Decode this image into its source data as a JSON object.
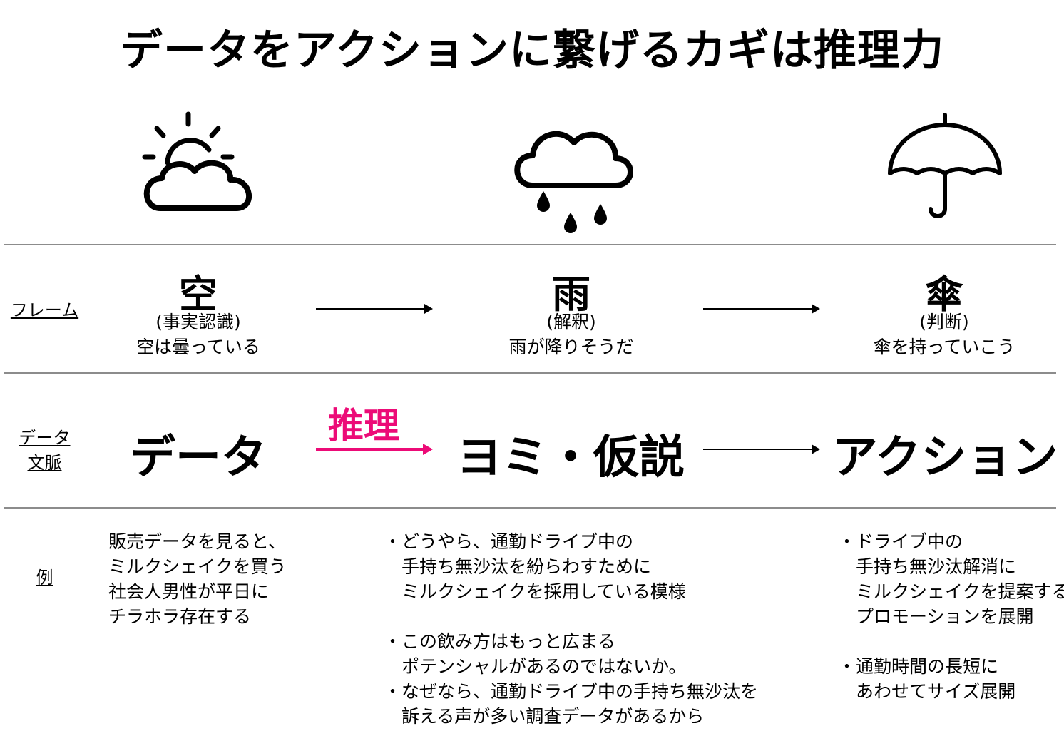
{
  "title": "データをアクションに繋げるカギは推理力",
  "icons": [
    "partly-cloudy-icon",
    "rain-cloud-icon",
    "umbrella-icon"
  ],
  "colors": {
    "accent": "#ec0b77",
    "divider": "#8c8c8c"
  },
  "frame_row": {
    "label": "フレーム",
    "items": [
      {
        "kanji": "空",
        "sub1": "(事実認識)",
        "sub2": "空は曇っている"
      },
      {
        "kanji": "雨",
        "sub1": "(解釈)",
        "sub2": "雨が降りそうだ"
      },
      {
        "kanji": "傘",
        "sub1": "(判断)",
        "sub2": "傘を持っていこう"
      }
    ]
  },
  "data_row": {
    "label_line1": "データ",
    "label_line2": "文脈",
    "items": [
      "データ",
      "ヨミ・仮説",
      "アクション"
    ],
    "inference_label": "推理"
  },
  "example_row": {
    "label": "例",
    "col1": [
      "販売データを見ると、",
      "ミルクシェイクを買う",
      "社会人男性が平日に",
      "チラホラ存在する"
    ],
    "col2_block1": [
      "・どうやら、通勤ドライブ中の",
      "　手持ち無沙汰を紛らわすために",
      "　ミルクシェイクを採用している模様"
    ],
    "col2_block2": [
      "・この飲み方はもっと広まる",
      "　ポテンシャルがあるのではないか。",
      "・なぜなら、通勤ドライブ中の手持ち無沙汰を",
      "　訴える声が多い調査データがあるから"
    ],
    "col3_block1": [
      "・ドライブ中の",
      "　手持ち無沙汰解消に",
      "　ミルクシェイクを提案する",
      "　プロモーションを展開"
    ],
    "col3_block2": [
      "・通勤時間の長短に",
      "　あわせてサイズ展開"
    ]
  }
}
